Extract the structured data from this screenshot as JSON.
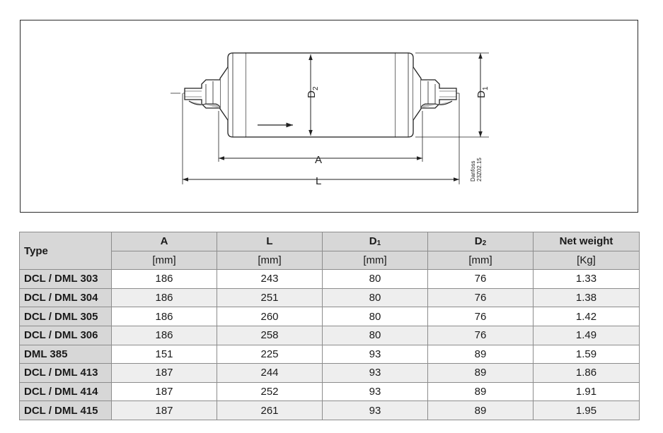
{
  "drawing": {
    "label_a": "A",
    "label_l": "L",
    "label_d1_main": "D",
    "label_d1_sub": "1",
    "label_d2_main": "D",
    "label_d2_sub": "2",
    "maker": "Danfoss",
    "code": "23Z02.15"
  },
  "table": {
    "type_header": "Type",
    "columns": [
      {
        "label": "A",
        "sub": "",
        "unit": "[mm]"
      },
      {
        "label": "L",
        "sub": "",
        "unit": "[mm]"
      },
      {
        "label": "D",
        "sub": "1",
        "unit": "[mm]"
      },
      {
        "label": "D",
        "sub": "2",
        "unit": "[mm]"
      },
      {
        "label": "Net weight",
        "sub": "",
        "unit": "[Kg]"
      }
    ],
    "rows": [
      {
        "type": "DCL / DML 303",
        "values": [
          "186",
          "243",
          "80",
          "76",
          "1.33"
        ]
      },
      {
        "type": "DCL / DML 304",
        "values": [
          "186",
          "251",
          "80",
          "76",
          "1.38"
        ]
      },
      {
        "type": "DCL / DML 305",
        "values": [
          "186",
          "260",
          "80",
          "76",
          "1.42"
        ]
      },
      {
        "type": "DCL / DML 306",
        "values": [
          "186",
          "258",
          "80",
          "76",
          "1.49"
        ]
      },
      {
        "type": "DML 385",
        "values": [
          "151",
          "225",
          "93",
          "89",
          "1.59"
        ]
      },
      {
        "type": "DCL / DML 413",
        "values": [
          "187",
          "244",
          "93",
          "89",
          "1.86"
        ]
      },
      {
        "type": "DCL / DML 414",
        "values": [
          "187",
          "252",
          "93",
          "89",
          "1.91"
        ]
      },
      {
        "type": "DCL / DML 415",
        "values": [
          "187",
          "261",
          "93",
          "89",
          "1.95"
        ]
      }
    ]
  }
}
